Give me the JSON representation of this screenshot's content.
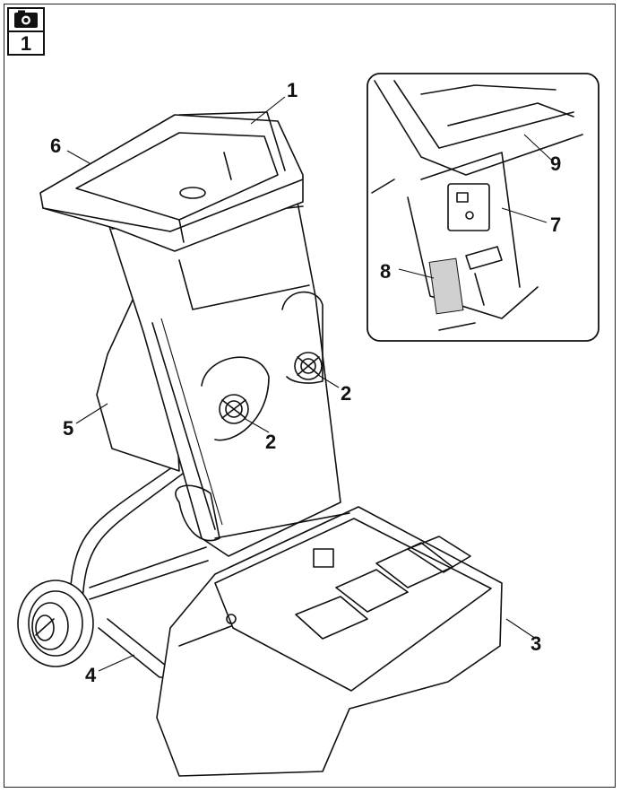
{
  "figure": {
    "badge_number": "1",
    "icon": "camera-icon",
    "callouts": [
      {
        "id": "c1",
        "label": "1"
      },
      {
        "id": "c2a",
        "label": "2"
      },
      {
        "id": "c2b",
        "label": "2"
      },
      {
        "id": "c3",
        "label": "3"
      },
      {
        "id": "c4",
        "label": "4"
      },
      {
        "id": "c5",
        "label": "5"
      },
      {
        "id": "c6",
        "label": "6"
      },
      {
        "id": "c7",
        "label": "7"
      },
      {
        "id": "c8",
        "label": "8"
      },
      {
        "id": "c9",
        "label": "9"
      }
    ]
  }
}
